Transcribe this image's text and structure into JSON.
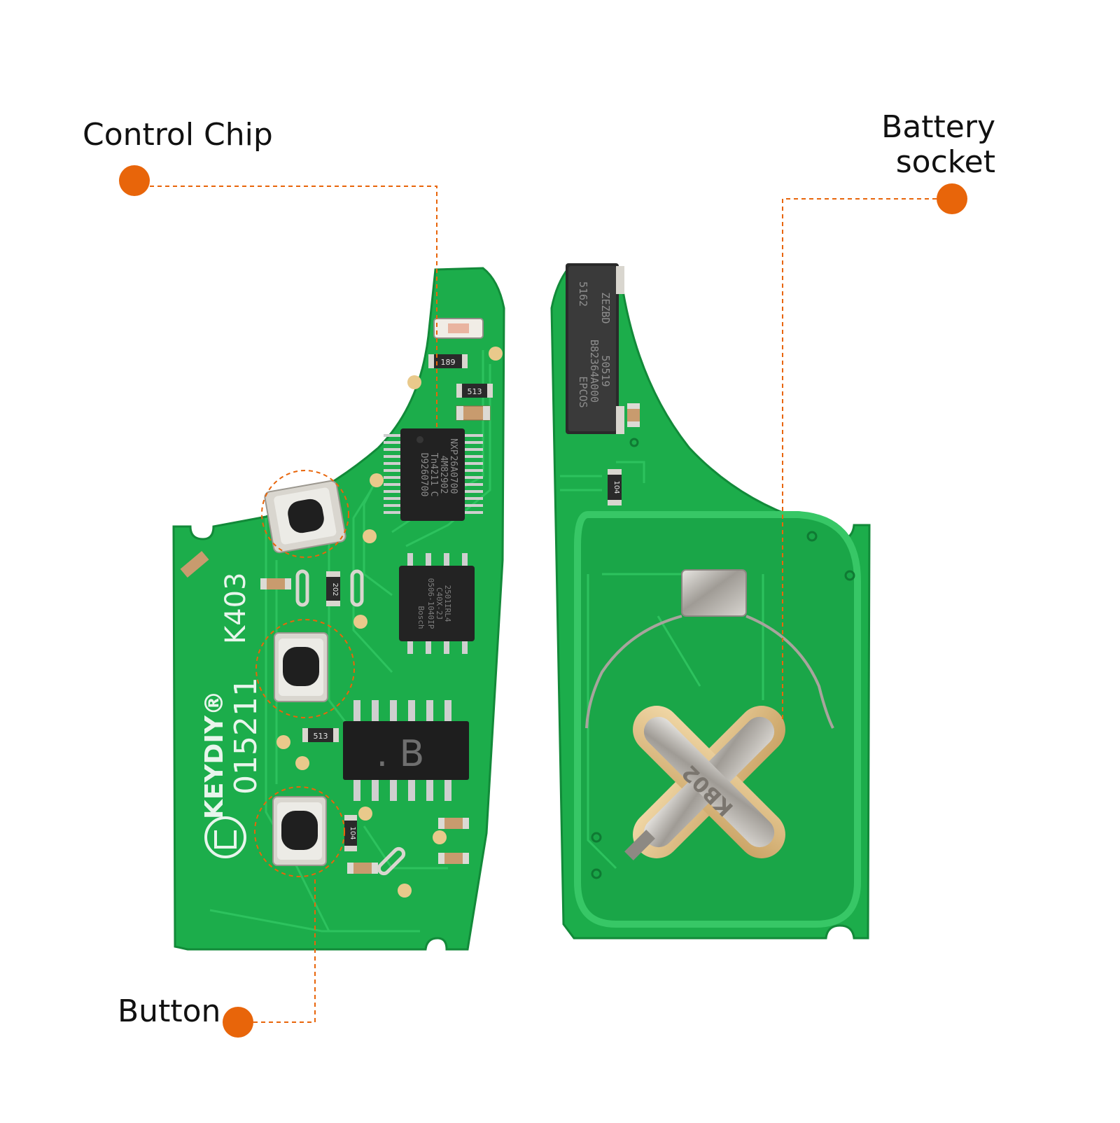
{
  "callouts": {
    "control_chip": "Control Chip",
    "battery_socket_line1": "Battery",
    "battery_socket_line2": "socket",
    "button": "Button"
  },
  "board_markings": {
    "brand": "KEYDIY®",
    "model": "K403",
    "serial": "015211",
    "chip_main": [
      "NXP",
      "26A0700",
      "4M82902",
      "Tn4211 C",
      "D9260700"
    ],
    "chip_small": [
      "Bosch",
      "0506-1040IP",
      "C40X-2J",
      "2501IRL4"
    ],
    "chip_b": ". B",
    "coil": [
      "5162",
      "EPCOS",
      "B82364A000",
      "ZEZBD",
      "50519"
    ],
    "res_189": "189",
    "res_513a": "513",
    "res_513b": "513",
    "res_202": "202",
    "res_104a": "104",
    "res_104b": "104",
    "clip": "KB02"
  },
  "colors": {
    "accent": "#e8650a",
    "pcb": "#1cad4b",
    "pcb_dark": "#128a39",
    "trace": "#2cc05c",
    "pad": "#e9c98b",
    "chip": "#1f1f1f",
    "metal": "#b8b4ad"
  }
}
